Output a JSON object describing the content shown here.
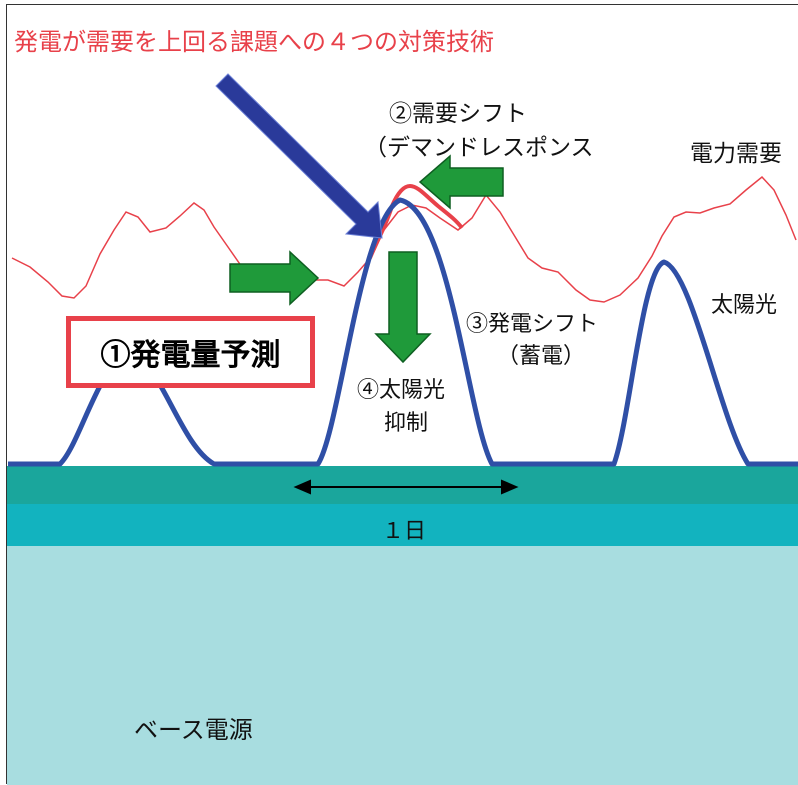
{
  "title": "発電が需要を上回る課題への４つの対策技術",
  "labels": {
    "demand_shift_line1": "②需要シフト",
    "demand_shift_line2": "（デマンドレスポンス",
    "power_demand": "電力需要",
    "solar": "太陽光",
    "generation_shift_line1": "③発電シフト",
    "generation_shift_line2": "（蓄電）",
    "curtail_line1": "④太陽光",
    "curtail_line2": "抑制",
    "one_day": "１日",
    "base_power": "ベース電源"
  },
  "forecast_box": {
    "label": "①発電量予測"
  },
  "colors": {
    "title_red": "#e8414a",
    "demand_line": "#e8414a",
    "solar_line": "#2f4fa6",
    "arrow_green": "#1f9a3a",
    "band_dark": "#1aa69c",
    "band_mid": "#12b3bf",
    "band_light": "#a8dde0",
    "pointer_arrow": "#2a3a9a"
  },
  "icons": {
    "pointer": "diagonal-arrow-icon",
    "shift_left": "left-arrow-icon",
    "shift_right": "right-arrow-icon",
    "curtail_down": "down-arrow-icon",
    "day_span": "double-headed-arrow-icon"
  }
}
